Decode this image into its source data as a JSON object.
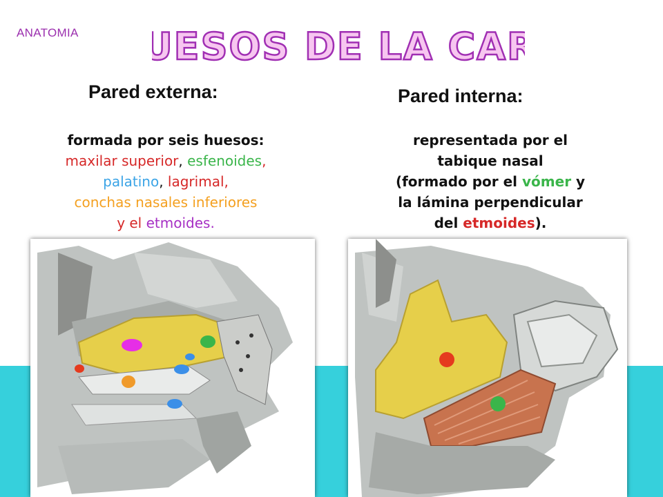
{
  "slide": {
    "subject": "ANATOMIA",
    "title": "HUESOS DE LA CARA"
  },
  "left": {
    "heading": "Pared externa:",
    "intro": "formada por seis huesos:",
    "bones": {
      "maxilar": "maxilar superior",
      "sep1": ", ",
      "esfenoides": "esfenoides",
      "sep2": ",",
      "palatino": "palatino",
      "sep3": ", ",
      "lagrimal": "lagrimal",
      "sep4": ",",
      "conchas": "conchas nasales inferiores",
      "y": "y el ",
      "etmoides": "etmoides",
      "end": "."
    }
  },
  "right": {
    "heading": "Pared interna:",
    "line1": "representada por el",
    "line2": "tabique nasal",
    "line3a": "(formado por el ",
    "vomer": "vómer",
    "line3b": " y",
    "line4": "la lámina perpendicular",
    "line5a": "del ",
    "etmoides": "etmoides",
    "line5b": ")."
  },
  "markers_left": [
    {
      "label": "magenta",
      "color": "#e62ee6"
    },
    {
      "label": "green",
      "color": "#3ab54a"
    },
    {
      "label": "red",
      "color": "#e53a1e"
    },
    {
      "label": "orange",
      "color": "#f09a2a"
    },
    {
      "label": "blue-1",
      "color": "#3b8fe8"
    },
    {
      "label": "blue-2",
      "color": "#3b8fe8"
    },
    {
      "label": "blue-3",
      "color": "#3b8fe8"
    }
  ],
  "markers_right": [
    {
      "label": "red",
      "color": "#e53a1e"
    },
    {
      "label": "green",
      "color": "#3ab54a"
    }
  ],
  "colors": {
    "teal": "#36d0dc",
    "title_fill": "#f7c6f0",
    "title_stroke": "#a02fb3"
  }
}
